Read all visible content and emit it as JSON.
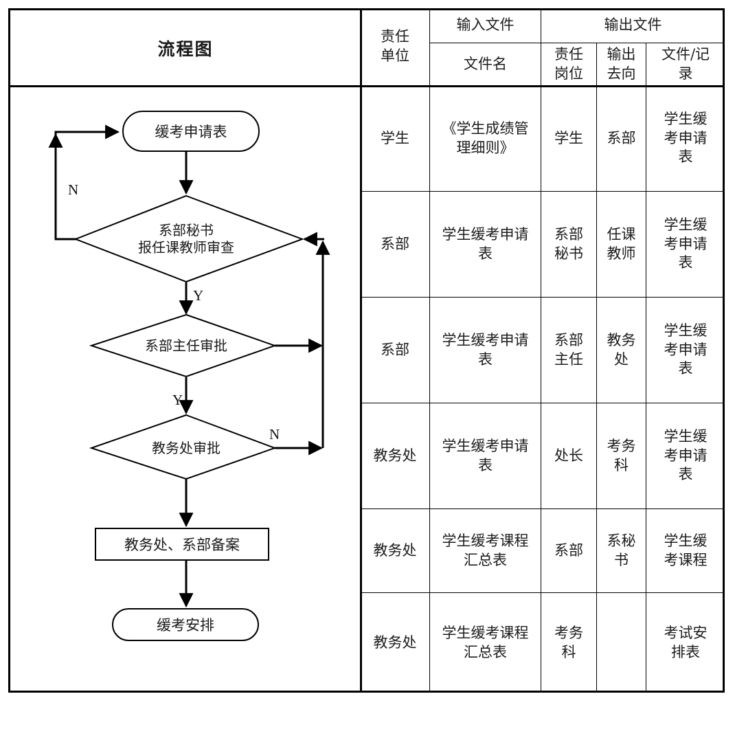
{
  "flowchart": {
    "title": "流程图",
    "nodes": [
      {
        "id": "start",
        "type": "terminator",
        "label": "缓考申请表"
      },
      {
        "id": "d1",
        "type": "decision",
        "label": "系部秘书\n报任课教师审查"
      },
      {
        "id": "d2",
        "type": "decision",
        "label": "系部主任审批"
      },
      {
        "id": "d3",
        "type": "decision",
        "label": "教务处审批"
      },
      {
        "id": "record",
        "type": "process",
        "label": "教务处、系部备案"
      },
      {
        "id": "end",
        "type": "terminator",
        "label": "缓考安排"
      }
    ],
    "branch_labels": {
      "d1_no": "N",
      "d1_yes": "Y",
      "d2_yes": "Y",
      "d3_no": "N"
    }
  },
  "table": {
    "header": {
      "col_unit": "责任\n单位",
      "group_input": "输入文件",
      "group_output": "输出文件",
      "col_filename": "文件名",
      "col_post": "责任\n岗位",
      "col_dest": "输出\n去向",
      "col_record": "文件/记\n录"
    },
    "rows": [
      {
        "unit": "学生",
        "filename": "《学生成绩管\n理细则》",
        "post": "学生",
        "dest": "系部",
        "record": "学生缓\n考申请\n表"
      },
      {
        "unit": "系部",
        "filename": "学生缓考申请\n表",
        "post": "系部\n秘书",
        "dest": "任课\n教师",
        "record": "学生缓\n考申请\n表"
      },
      {
        "unit": "系部",
        "filename": "学生缓考申请\n表",
        "post": "系部\n主任",
        "dest": "教务\n处",
        "record": "学生缓\n考申请\n表"
      },
      {
        "unit": "教务处",
        "filename": "学生缓考申请\n表",
        "post": "处长",
        "dest": "考务\n科",
        "record": "学生缓\n考申请\n表"
      },
      {
        "unit": "教务处",
        "filename": "学生缓考课程\n汇总表",
        "post": "系部",
        "dest": "系秘\n书",
        "record": "学生缓\n考课程"
      },
      {
        "unit": "教务处",
        "filename": "学生缓考课程\n汇总表",
        "post": "考务\n科",
        "dest": "",
        "record": "考试安\n排表"
      }
    ]
  },
  "colors": {
    "line": "#000000",
    "text": "#1c1c1c",
    "background": "#ffffff"
  }
}
